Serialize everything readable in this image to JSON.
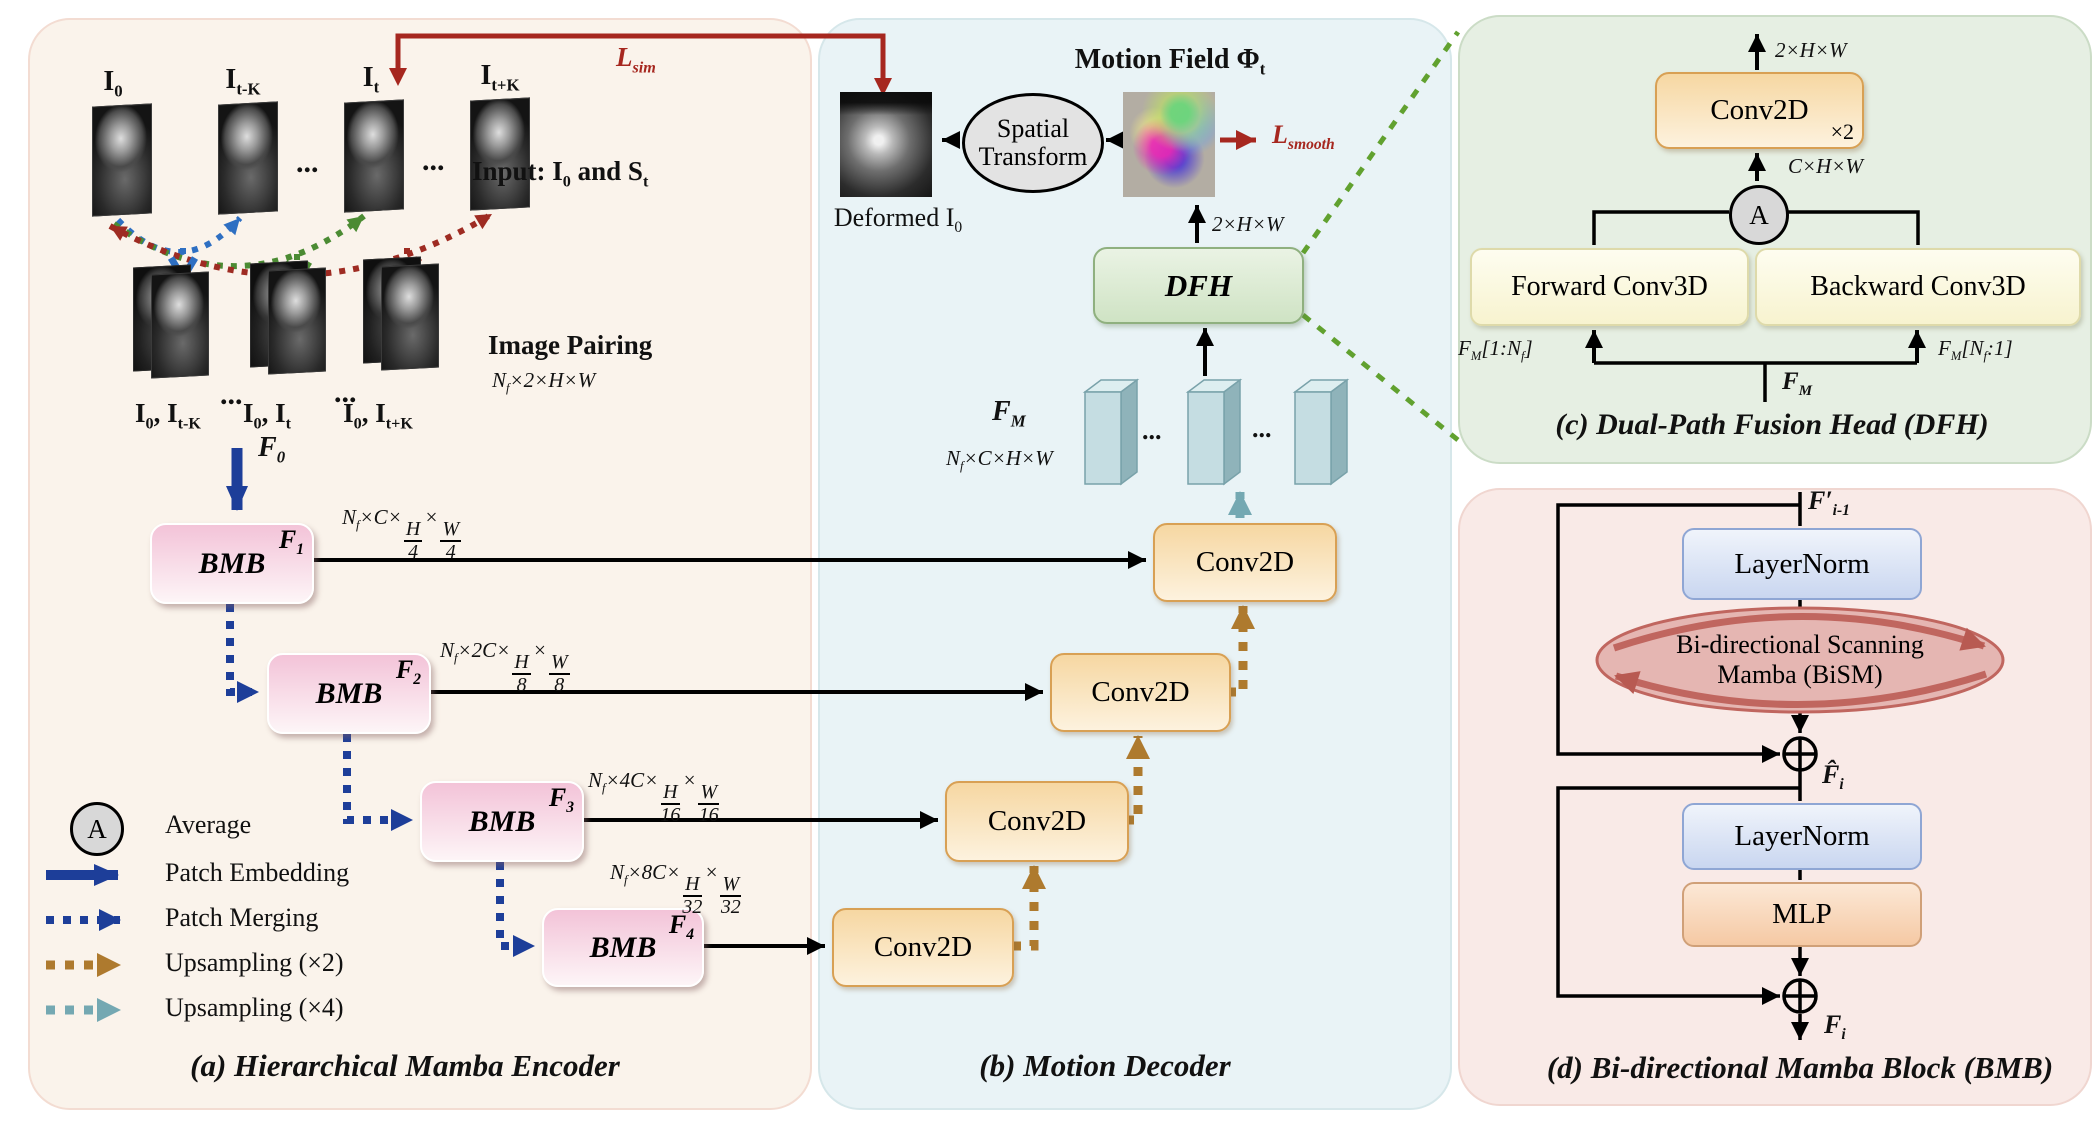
{
  "colors": {
    "accent_red": "#a6271f",
    "navy_arrow": "#1d3e99",
    "brown_arrow": "#ae7a2e",
    "teal_arrow": "#74a8b2",
    "arc_blue": "#2e6fc2",
    "arc_green": "#4b8b33",
    "arc_dark_red": "#9e2b22",
    "panel_a_bg": "#faf3eb",
    "panel_b_bg": "#e9f3f6",
    "panel_c_bg": "#e6efe3",
    "panel_d_bg": "#f9eae7"
  },
  "ellipsis": "...",
  "panel_a": {
    "caption": "(a) Hierarchical Mamba Encoder",
    "frames": [
      "I_{0}",
      "I_{t-K}",
      "I_{t}",
      "I_{t+K}"
    ],
    "input_label": "Input: I_{0} and S_{t}",
    "pairing_label": "Image Pairing",
    "pairing_dim": "N_{f}×2×H×W",
    "pairs": [
      "I_{0}, I_{t-K}",
      "I_{0}, I_{t}",
      "I_{0}, I_{t+K}"
    ],
    "f0": "F_{0}",
    "bmb": [
      {
        "label": "BMB",
        "feature": "F_{1}",
        "dim": "N_{f}×C×{H|4}×{W|4}"
      },
      {
        "label": "BMB",
        "feature": "F_{2}",
        "dim": "N_{f}×2C×{H|8}×{W|8}"
      },
      {
        "label": "BMB",
        "feature": "F_{3}",
        "dim": "N_{f}×4C×{H|16}×{W|16}"
      },
      {
        "label": "BMB",
        "feature": "F_{4}",
        "dim": "N_{f}×8C×{H|32}×{W|32}"
      }
    ],
    "legend": [
      {
        "symbol": "A",
        "label": "Average"
      },
      {
        "label": "Patch Embedding"
      },
      {
        "label": "Patch Merging"
      },
      {
        "label": "Upsampling (×2)"
      },
      {
        "label": "Upsampling (×4)"
      }
    ]
  },
  "panel_b": {
    "caption": "(b) Motion Decoder",
    "motion_field_title": "Motion Field Φ_{t}",
    "spatial_transform": "Spatial Transform",
    "deformed_label": "Deformed I_{0}",
    "loss_sim": "L_{sim}",
    "loss_smooth": "L_{smooth}",
    "dfh": "DFH",
    "dfh_out_dim": "2×H×W",
    "fm": "F_{M}",
    "fm_dim": "N_{f}×C×H×W",
    "conv_label": "Conv2D"
  },
  "panel_c": {
    "caption": "(c) Dual-Path Fusion Head (DFH)",
    "conv_label": "Conv2D",
    "conv_mult": "×2",
    "out_dim": "2×H×W",
    "mid_dim": "C×H×W",
    "avg_symbol": "A",
    "forward": "Forward Conv3D",
    "backward": "Backward Conv3D",
    "fm_forward": "F_{M}[1:N_{f}]",
    "fm_backward": "F_{M}[N_{f}:1]",
    "fm": "F_{M}"
  },
  "panel_d": {
    "caption": "(d) Bi-directional Mamba Block (BMB)",
    "f_prev": "F′_{i-1}",
    "layernorm": "LayerNorm",
    "bism": "Bi-directional Scanning Mamba (BiSM)",
    "f_hat": "F̂_{i}",
    "mlp": "MLP",
    "f_i": "F_{i}"
  }
}
